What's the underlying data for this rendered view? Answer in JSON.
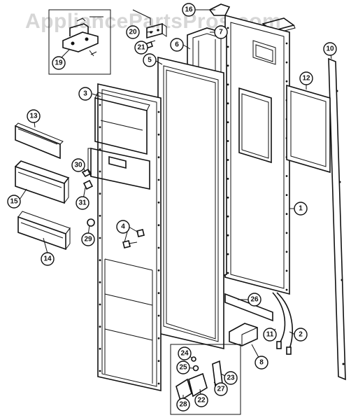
{
  "watermark": "AppliancePartsPros.com",
  "callouts": [
    {
      "key": "c1",
      "label": "1"
    },
    {
      "key": "c2",
      "label": "2"
    },
    {
      "key": "c3",
      "label": "3"
    },
    {
      "key": "c4",
      "label": "4"
    },
    {
      "key": "c5",
      "label": "5"
    },
    {
      "key": "c6",
      "label": "6"
    },
    {
      "key": "c7",
      "label": "7"
    },
    {
      "key": "c8",
      "label": "8"
    },
    {
      "key": "c10",
      "label": "10"
    },
    {
      "key": "c11",
      "label": "11"
    },
    {
      "key": "c12",
      "label": "12"
    },
    {
      "key": "c13",
      "label": "13"
    },
    {
      "key": "c14",
      "label": "14"
    },
    {
      "key": "c15",
      "label": "15"
    },
    {
      "key": "c16",
      "label": "16"
    },
    {
      "key": "c19",
      "label": "19"
    },
    {
      "key": "c20",
      "label": "20"
    },
    {
      "key": "c21",
      "label": "21"
    },
    {
      "key": "c22",
      "label": "22"
    },
    {
      "key": "c23",
      "label": "23"
    },
    {
      "key": "c24",
      "label": "24"
    },
    {
      "key": "c25",
      "label": "25"
    },
    {
      "key": "c26",
      "label": "26"
    },
    {
      "key": "c27",
      "label": "27"
    },
    {
      "key": "c28",
      "label": "28"
    },
    {
      "key": "c29",
      "label": "29"
    },
    {
      "key": "c30",
      "label": "30"
    },
    {
      "key": "c31",
      "label": "31"
    }
  ]
}
